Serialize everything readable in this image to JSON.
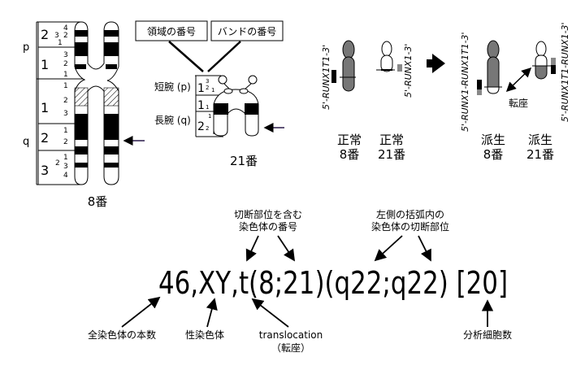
{
  "chr8": {
    "p_label": "p",
    "q_label": "q",
    "caption": "8番",
    "regions": [
      "2",
      "1",
      "1",
      "2",
      "3"
    ],
    "bands": {
      "p2": [
        "4",
        "3",
        "2",
        "1"
      ],
      "p1": [
        "3",
        "2",
        "1"
      ],
      "q1": [
        "1",
        "2",
        "3"
      ],
      "q2": [
        "1",
        "2"
      ],
      "q3": [
        "2",
        "1",
        "3",
        "4"
      ]
    }
  },
  "callouts": {
    "region_number": "領域の番号",
    "band_number": "バンドの番号"
  },
  "chr21": {
    "short_arm": "短腕 (p)",
    "long_arm": "長腕 (q)",
    "caption": "21番",
    "regions": [
      "1",
      "1",
      "2"
    ],
    "bands": {
      "p1": [
        "3",
        "2",
        "1"
      ],
      "q1": [
        "1"
      ],
      "q2": [
        "1",
        "2"
      ]
    }
  },
  "translocation": {
    "gene_normal8": "5'-RUNX1T1-3'",
    "gene_normal21": "5'-RUNX1-3'",
    "gene_der8": "5'-RUNX1-RUNX1T1-3'",
    "gene_der21": "5'-RUNX1T1-RUNX1-3'",
    "exchange_label": "転座",
    "normal8": [
      "正常",
      "8番"
    ],
    "normal21": [
      "正常",
      "21番"
    ],
    "der8": [
      "派生",
      "8番"
    ],
    "der21": [
      "派生",
      "21番"
    ]
  },
  "karyotype": {
    "formula": "46,XY,t(8;21)(q22;q22) [20]",
    "ann_chromosomes": [
      "切断部位を含む",
      "染色体の番号"
    ],
    "ann_breakpoints": [
      "左側の括弧内の",
      "染色体の切断部位"
    ],
    "ann_total": "全染色体の本数",
    "ann_sex": "性染色体",
    "ann_transloc": [
      "translocation",
      "（転座）"
    ],
    "ann_cells": "分析細胞数"
  }
}
